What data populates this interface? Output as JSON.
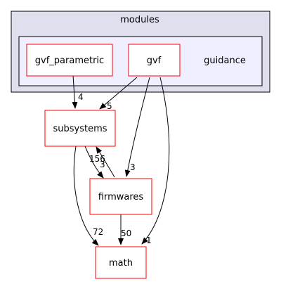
{
  "diagram": {
    "clusters": {
      "outer": "modules",
      "inner": "guidance"
    },
    "nodes": {
      "gvf_parametric": "gvf_parametric",
      "gvf": "gvf",
      "subsystems": "subsystems",
      "firmwares": "firmwares",
      "math": "math"
    },
    "edges": [
      {
        "from": "gvf_parametric",
        "to": "subsystems",
        "label": "4"
      },
      {
        "from": "gvf",
        "to": "subsystems",
        "label": "5"
      },
      {
        "from": "gvf",
        "to": "firmwares",
        "label": "3"
      },
      {
        "from": "gvf",
        "to": "math",
        "label": "1"
      },
      {
        "from": "subsystems",
        "to": "firmwares",
        "label": "156"
      },
      {
        "from": "firmwares",
        "to": "subsystems",
        "label": "3"
      },
      {
        "from": "subsystems",
        "to": "math",
        "label": "72"
      },
      {
        "from": "firmwares",
        "to": "math",
        "label": "50"
      }
    ],
    "colors": {
      "outer_fill": "#dfdfee",
      "inner_fill": "#efefff",
      "node_border": "#ff0000",
      "edge": "#000000"
    }
  }
}
